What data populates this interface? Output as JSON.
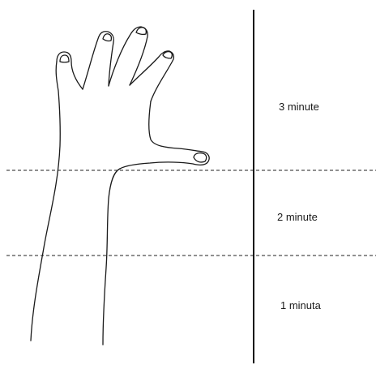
{
  "zones": [
    {
      "label": "3 minute"
    },
    {
      "label": "2 minute"
    },
    {
      "label": "1 minuta"
    }
  ],
  "colors": {
    "stroke": "#1a1a1a",
    "background": "#ffffff"
  },
  "figure": {
    "subject": "hand-and-forearm-outline"
  }
}
